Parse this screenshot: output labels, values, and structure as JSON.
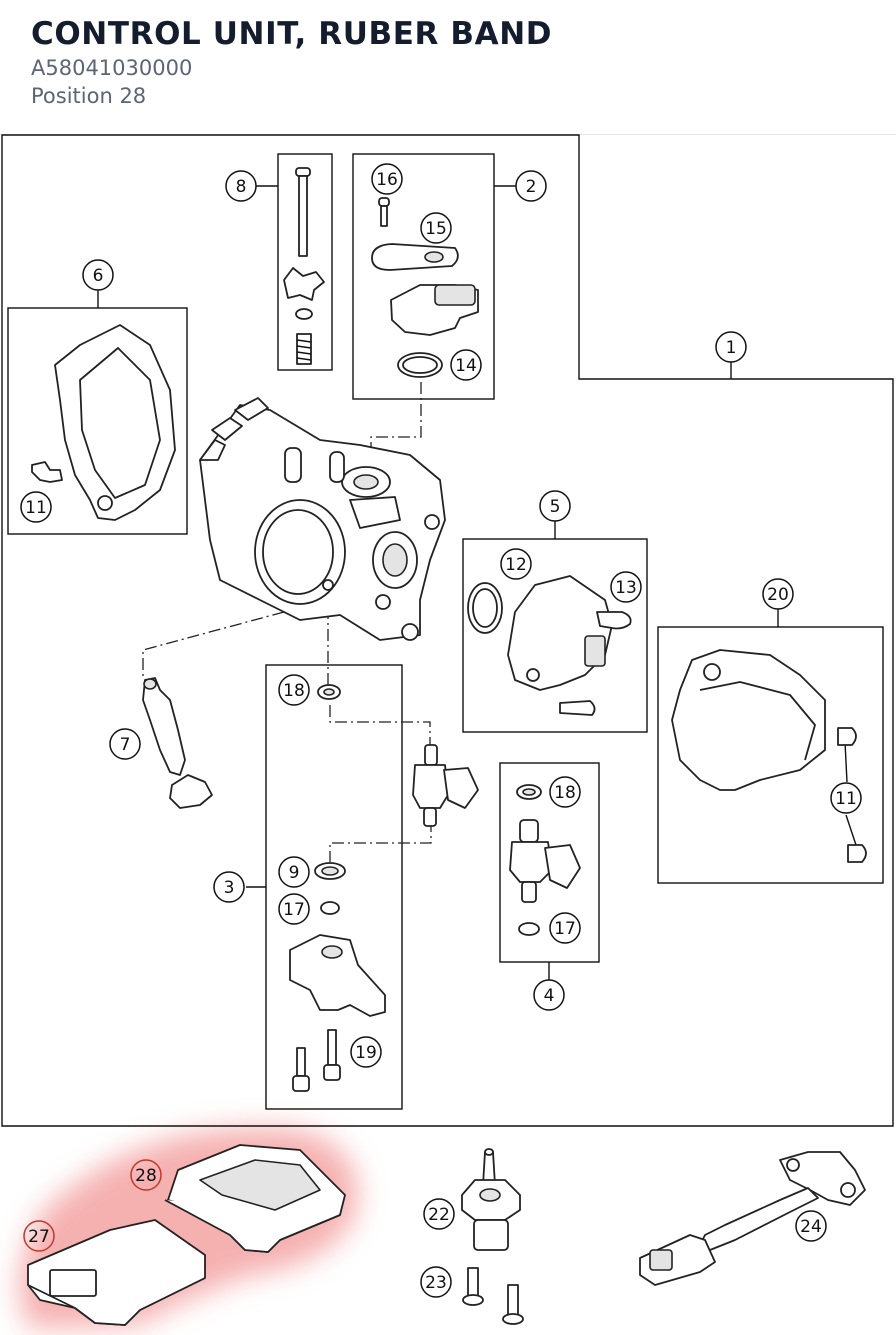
{
  "header": {
    "title": "CONTROL UNIT, RUBER BAND",
    "part_number": "A58041030000",
    "position_label": "Position 28"
  },
  "callouts": [
    {
      "id": "c1",
      "label": "1"
    },
    {
      "id": "c2",
      "label": "2"
    },
    {
      "id": "c3",
      "label": "3"
    },
    {
      "id": "c4",
      "label": "4"
    },
    {
      "id": "c5",
      "label": "5"
    },
    {
      "id": "c6",
      "label": "6"
    },
    {
      "id": "c7",
      "label": "7"
    },
    {
      "id": "c8",
      "label": "8"
    },
    {
      "id": "c9",
      "label": "9"
    },
    {
      "id": "c11a",
      "label": "11"
    },
    {
      "id": "c11b",
      "label": "11"
    },
    {
      "id": "c12",
      "label": "12"
    },
    {
      "id": "c13",
      "label": "13"
    },
    {
      "id": "c14",
      "label": "14"
    },
    {
      "id": "c15",
      "label": "15"
    },
    {
      "id": "c16",
      "label": "16"
    },
    {
      "id": "c17a",
      "label": "17"
    },
    {
      "id": "c17b",
      "label": "17"
    },
    {
      "id": "c18a",
      "label": "18"
    },
    {
      "id": "c18b",
      "label": "18"
    },
    {
      "id": "c19",
      "label": "19"
    },
    {
      "id": "c20",
      "label": "20"
    },
    {
      "id": "c22",
      "label": "22"
    },
    {
      "id": "c23",
      "label": "23"
    },
    {
      "id": "c24",
      "label": "24"
    },
    {
      "id": "c27",
      "label": "27"
    },
    {
      "id": "c28",
      "label": "28"
    }
  ],
  "highlight": {
    "color": "#f39a9a",
    "callout_color": "#c0392b"
  }
}
